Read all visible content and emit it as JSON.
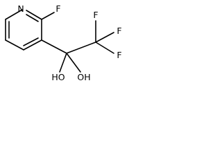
{
  "molecule": {
    "atoms": {
      "n": "N",
      "f_ring": "F",
      "f_top": "F",
      "f_right_upper": "F",
      "f_right_lower": "F",
      "oh_left": "HO",
      "oh_right": "OH"
    }
  },
  "colors": {
    "bond": "#000000",
    "background": "#ffffff"
  }
}
